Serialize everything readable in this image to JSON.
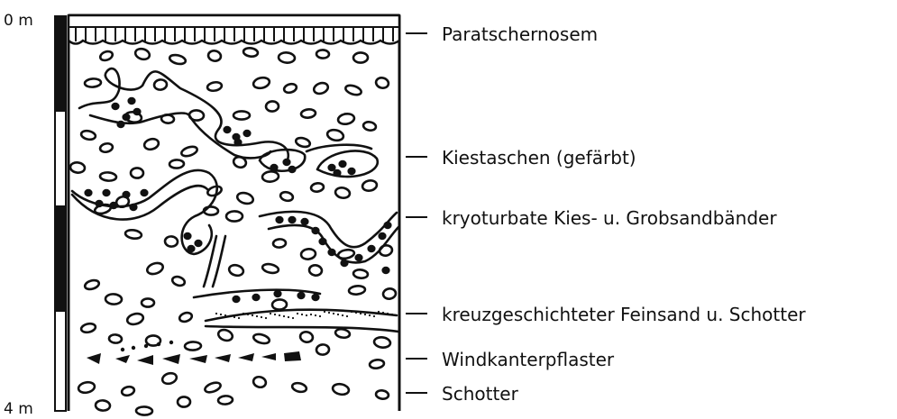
{
  "scale": {
    "top_label": "0 m",
    "bottom_label": "4 m"
  },
  "layers": [
    {
      "id": "paratschernosem",
      "label": "Paratschernosem"
    },
    {
      "id": "kiestaschen",
      "label": "Kiestaschen (gefärbt)"
    },
    {
      "id": "kryoturbate",
      "label": "kryoturbate Kies- u. Grobsandbänder"
    },
    {
      "id": "kreuzgeschichtet",
      "label": "kreuzgeschichteter Feinsand u. Schotter"
    },
    {
      "id": "windkanter",
      "label": "Windkanterpflaster"
    },
    {
      "id": "schotter",
      "label": "Schotter"
    }
  ],
  "colors": {
    "ink": "#111111",
    "paper": "#ffffff"
  }
}
